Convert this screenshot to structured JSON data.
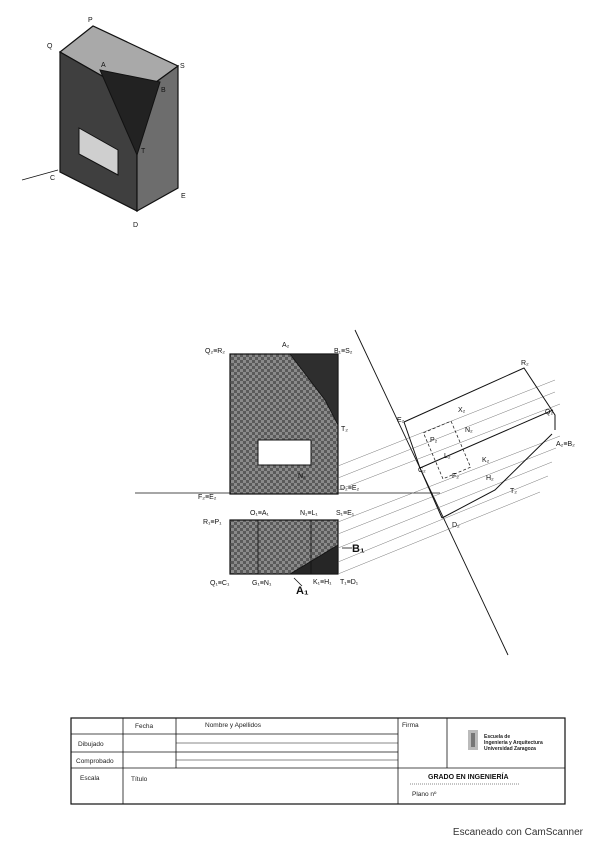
{
  "iso_labels": {
    "P": "P",
    "Q": "Q",
    "S": "S",
    "A": "A",
    "B": "B",
    "C": "C",
    "D": "D",
    "E": "E",
    "T": "T"
  },
  "elevation_labels": {
    "q2r2": "Q₂≡R₂",
    "a2": "A₂",
    "b2s2": "B₁≡S₂",
    "t2": "T₂",
    "f2": "F₂≡E₂",
    "d2": "D₂≡E₂",
    "n2": "N₂"
  },
  "plan_labels": {
    "r1p1": "R₁≡P₁",
    "o1": "O₁≡A₁",
    "n1": "N₁≡L₁",
    "s1": "S₁≡E₁",
    "b1": "B₁",
    "q1c1": "Q₁≡C₁",
    "g1": "G₁≡N₁",
    "a1": "A₁",
    "k1": "K₁≡H₁",
    "t1d1": "T₁≡D₁"
  },
  "aux_labels": {
    "r2": "R₂",
    "q2": "Q₂",
    "p2": "P₂",
    "c2": "C₂",
    "a2b2": "A₂≡B₂",
    "t2": "T₂",
    "e2": "E₂",
    "d2": "D₂",
    "n2": "N₂",
    "l2": "L₂",
    "h2": "H₂",
    "f2": "F₂",
    "k2": "K₂",
    "x2": "X₂"
  },
  "title_block": {
    "fecha": "Fecha",
    "nombre": "Nombre y Apellidos",
    "firma": "Firma",
    "dibujado": "Dibujado",
    "comprobado": "Comprobado",
    "escala": "Escala",
    "titulo": "Título",
    "grado": "GRADO EN INGENIERÍA",
    "plano": "Plano nº",
    "logo_line1": "Escuela de",
    "logo_line2": "Ingeniería y Arquitectura",
    "logo_line3": "Universidad Zaragoza"
  },
  "scanner_note": "Escaneado con CamScanner",
  "colors": {
    "ink": "#111111",
    "dark_face": "#3a3a3a",
    "mid_face": "#6b6b6b",
    "light_face": "#a8a8a8"
  }
}
